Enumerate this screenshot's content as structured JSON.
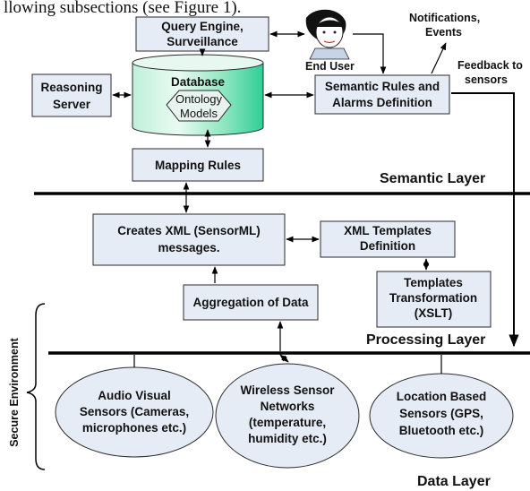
{
  "header_text": "llowing subsections (see Figure 1).",
  "colors": {
    "box_fill": "#e6ecf6",
    "box_stroke": "#2a2a2a",
    "db_fill_light": "#dff7ec",
    "db_fill_dark": "#2ecf97",
    "layer_line": "#000000"
  },
  "icons": {
    "end_user": "user-face-icon"
  },
  "nodes": {
    "query_engine": [
      "Query Engine,",
      "Surveillance"
    ],
    "database_title": "Database",
    "database_inner": [
      "Ontology",
      "Models"
    ],
    "reasoning_server": [
      "Reasoning",
      "Server"
    ],
    "end_user": "End User",
    "notifications": [
      "Notifications,",
      "Events"
    ],
    "feedback": [
      "Feedback to",
      "sensors"
    ],
    "semantic_rules": [
      "Semantic Rules and",
      "Alarms Definition"
    ],
    "mapping_rules": "Mapping Rules",
    "creates_xml": [
      "Creates XML (SensorML)",
      "messages."
    ],
    "xml_templates": [
      "XML Templates",
      "Definition"
    ],
    "templates_transformation": [
      "Templates",
      "Transformation",
      "(XSLT)"
    ],
    "aggregation": "Aggregation of Data",
    "audio_visual": [
      "Audio Visual",
      "Sensors (Cameras,",
      "microphones etc.)"
    ],
    "wireless": [
      "Wireless Sensor",
      "Networks",
      "(temperature,",
      "humidity etc.)"
    ],
    "location": [
      "Location Based",
      "Sensors (GPS,",
      "Bluetooth etc.)"
    ]
  },
  "layers": {
    "semantic": "Semantic Layer",
    "processing": "Processing Layer",
    "data": "Data Layer"
  },
  "secure_environment": "Secure Environment"
}
